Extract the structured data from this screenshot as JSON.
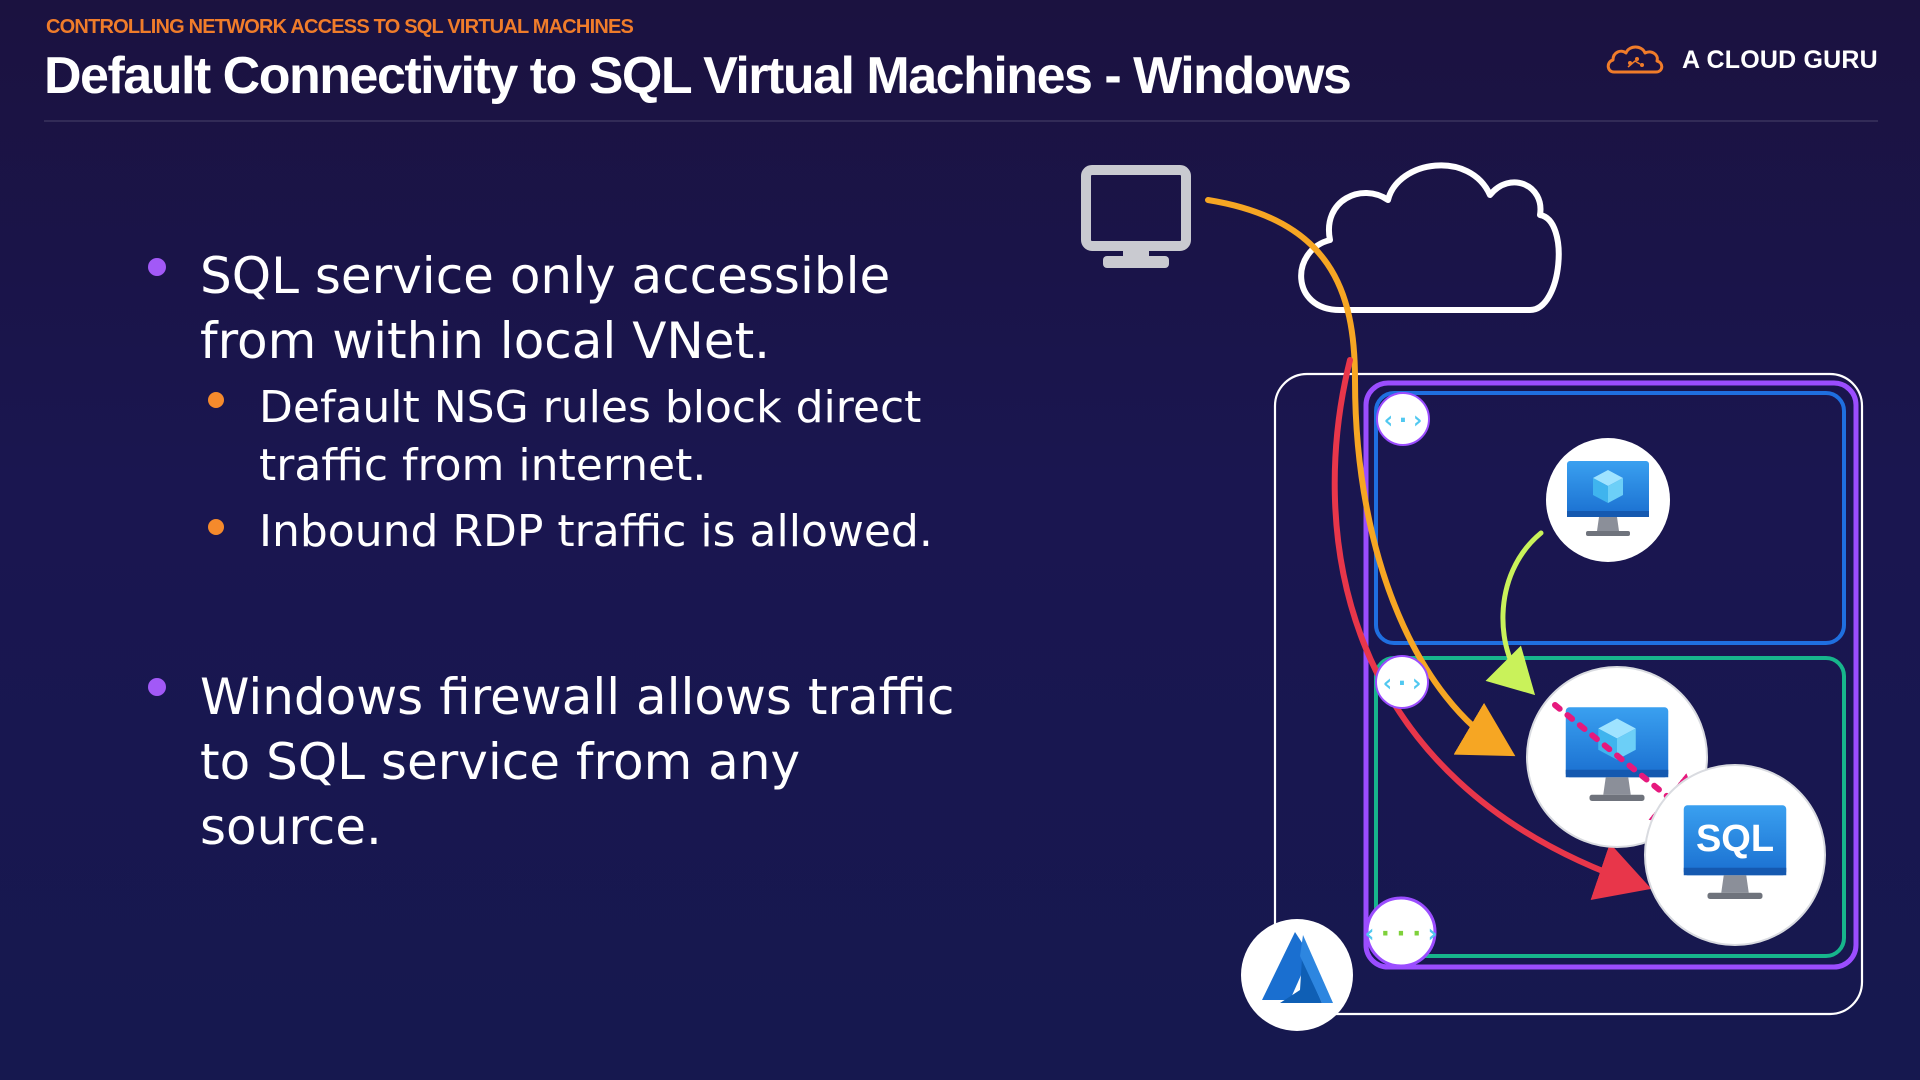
{
  "header": {
    "kicker": "CONTROLLING NETWORK ACCESS TO SQL VIRTUAL MACHINES",
    "title": "Default Connectivity to SQL Virtual Machines - Windows"
  },
  "brand": {
    "name": "A CLOUD GURU",
    "icon": "cloud-logo-icon",
    "accent": "#f07c2a"
  },
  "bullets": [
    {
      "text": "SQL service only accessible from within local VNet.",
      "sub": [
        {
          "text": "Default NSG rules block direct traffic from internet."
        },
        {
          "text": "Inbound RDP traffic is allowed."
        }
      ]
    },
    {
      "text": "Windows firewall allows traffic to SQL service from any source.",
      "sub": []
    }
  ],
  "diagram": {
    "nodes": [
      {
        "name": "client-computer-icon"
      },
      {
        "name": "internet-cloud-icon"
      },
      {
        "name": "azure-logo-icon"
      },
      {
        "name": "virtual-network-icon"
      },
      {
        "name": "subnet-top-icon"
      },
      {
        "name": "subnet-bottom-icon"
      },
      {
        "name": "vm-top-icon"
      },
      {
        "name": "vm-middle-icon"
      },
      {
        "name": "sql-vm-icon",
        "label": "SQL"
      }
    ],
    "colors": {
      "rdp_path": "#f6a623",
      "sql_path": "#e8364a",
      "internal_path": "#c9f25a",
      "blocked_path": "#e6197d",
      "vnet_border": "#9b4dff",
      "subnet_top": "#1f6fe0",
      "subnet_bottom": "#17b58c"
    }
  }
}
